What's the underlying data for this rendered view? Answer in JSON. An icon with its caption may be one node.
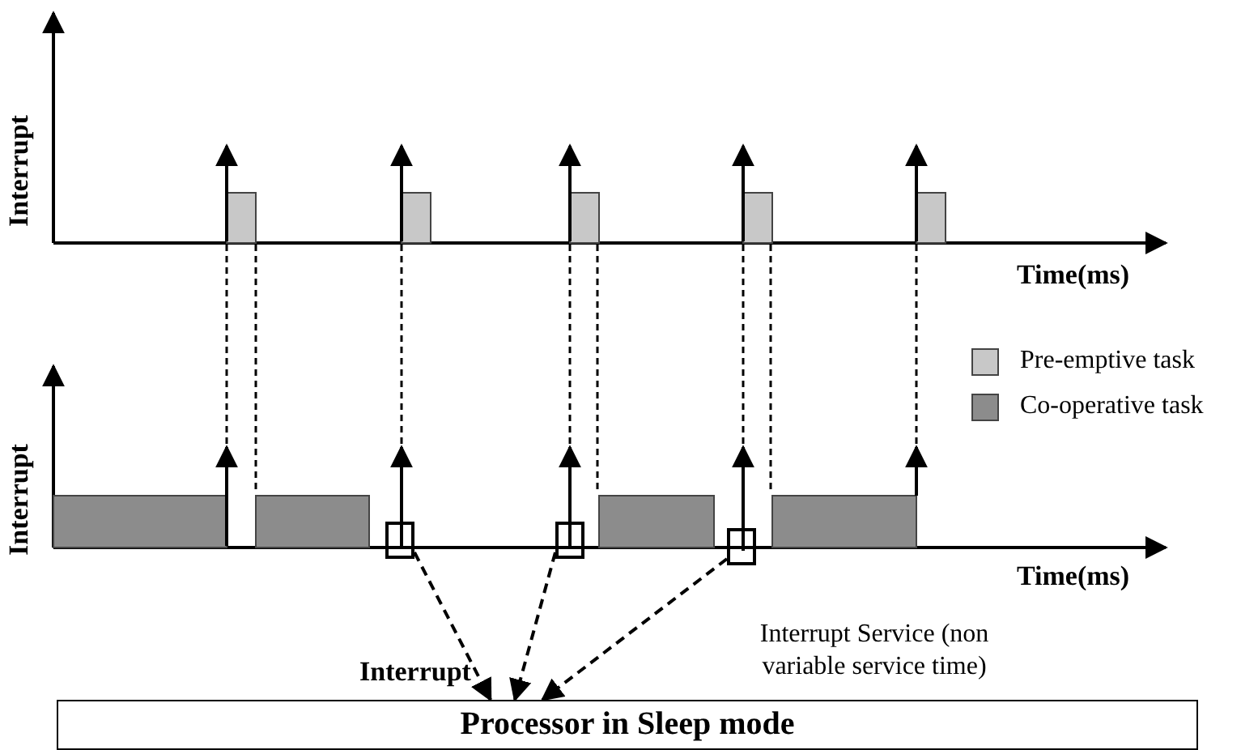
{
  "diagram": {
    "nodes": [
      {
        "text": [],
        "shape": "box"
      },
      {
        "text": [],
        "shape": "box"
      },
      {
        "text": [],
        "shape": "box"
      },
      {
        "text": [
          "Processor in Sleep mode"
        ]
      }
    ],
    "edges": [
      {
        "from": 0,
        "to": 3,
        "arrow": "to",
        "style": "dashed"
      },
      {
        "from": 1,
        "to": 3,
        "arrow": "to",
        "style": "dashed"
      },
      {
        "from": 2,
        "to": 3,
        "arrow": "to",
        "style": "dashed"
      }
    ],
    "labels": [
      "Interrupt",
      "Time(ms)",
      "Interrupt",
      "Time(ms)",
      "Interrupt Service (non variable service time)",
      "Interrupt"
    ],
    "legend": [
      {
        "text": "Pre-emptive task",
        "color": "#c8c8c8"
      },
      {
        "text": "Co-operative task",
        "color": "#8c8c8c"
      }
    ]
  }
}
